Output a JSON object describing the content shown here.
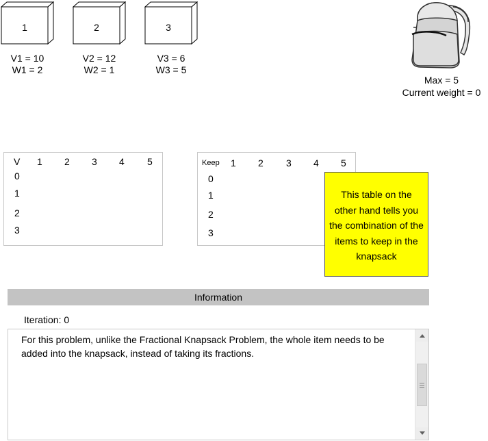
{
  "items": [
    {
      "label": "1",
      "value_text": "V1 = 10",
      "weight_text": "W1 = 2"
    },
    {
      "label": "2",
      "value_text": "V2 = 12",
      "weight_text": "W2 = 1"
    },
    {
      "label": "3",
      "value_text": "V3 = 6",
      "weight_text": "W3 = 5"
    }
  ],
  "knapsack": {
    "max_text": "Max = 5",
    "current_weight_text": "Current weight = 0",
    "icon": "backpack-icon"
  },
  "value_table": {
    "corner": "V",
    "columns": [
      "1",
      "2",
      "3",
      "4",
      "5"
    ],
    "rows": [
      "0",
      "1",
      "2",
      "3"
    ]
  },
  "keep_table": {
    "corner": "Keep",
    "columns": [
      "1",
      "2",
      "3",
      "4",
      "5"
    ],
    "rows": [
      "0",
      "1",
      "2",
      "3"
    ]
  },
  "note": {
    "text": "This table on the other hand tells you the combination of the items to keep in the knapsack",
    "color": "#ffff00"
  },
  "information": {
    "header": "Information",
    "iteration_text": "Iteration: 0",
    "message": "For this problem, unlike the Fractional Knapsack Problem, the whole item needs to be added into the knapsack, instead of taking its fractions."
  }
}
